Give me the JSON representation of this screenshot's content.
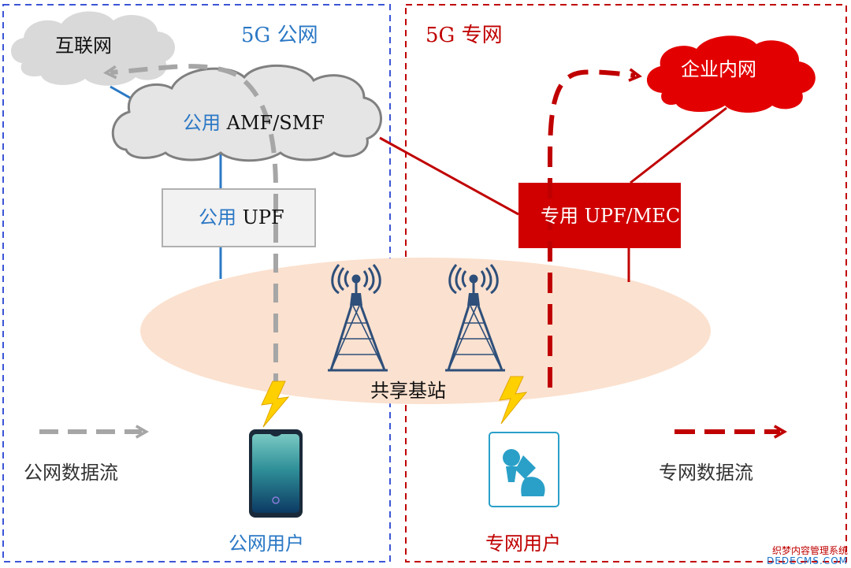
{
  "zones": {
    "public_title": "5G 公网",
    "private_title": "5G 专网"
  },
  "nodes": {
    "internet": "互联网",
    "public_core_prefix": "公用",
    "public_core_suffix": "AMF/SMF",
    "public_upf_prefix": "公用",
    "public_upf_suffix": "UPF",
    "private_upf": "专用 UPF/MEC",
    "enterprise_intranet": "企业内网",
    "shared_base_station": "共享基站"
  },
  "legend": {
    "public_flow": "公网数据流",
    "private_flow": "专网数据流"
  },
  "users": {
    "public_user": "公网用户",
    "private_user": "专网用户"
  },
  "watermark": {
    "line1": "织梦内容管理系统",
    "line2": "DEDECMS.COM"
  },
  "colors": {
    "public_blue": "#2b78c5",
    "private_red": "#c00000",
    "public_flow_gray": "#a6a6a6",
    "cloud_gray": "#d9d9d9",
    "coverage_fill": "#fbe1cf",
    "tower_blue": "#2e4f7a"
  }
}
